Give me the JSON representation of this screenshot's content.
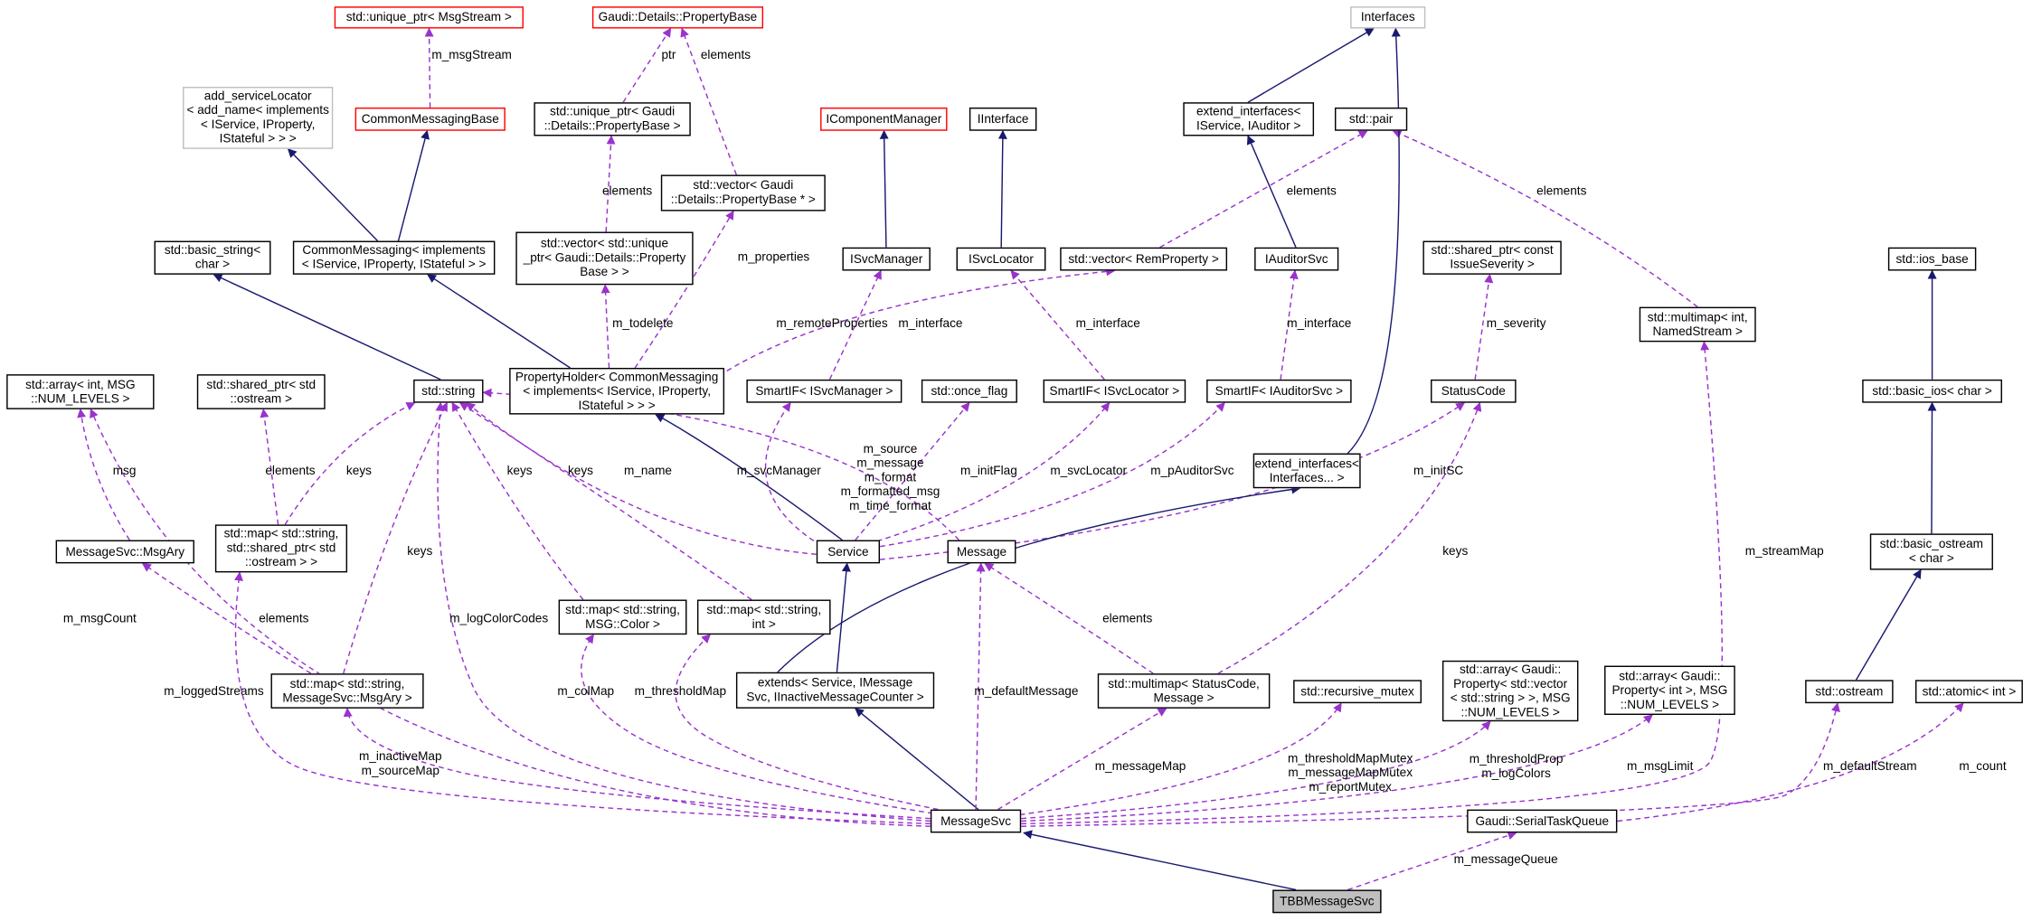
{
  "nodes": [
    {
      "id": "n1",
      "text": "std::unique_ptr< MsgStream >",
      "style": "red"
    },
    {
      "id": "n2",
      "text": "Gaudi::Details::PropertyBase",
      "style": "red"
    },
    {
      "id": "n3",
      "text": "Interfaces",
      "style": "gray"
    },
    {
      "id": "n4",
      "text": "add_serviceLocator\n< add_name< implements\n< IService, IProperty,\nIStateful > > >",
      "style": "gray"
    },
    {
      "id": "n5",
      "text": "CommonMessagingBase",
      "style": "red"
    },
    {
      "id": "n6",
      "text": "std::unique_ptr< Gaudi\n::Details::PropertyBase >",
      "style": "plain"
    },
    {
      "id": "n7",
      "text": "IComponentManager",
      "style": "red"
    },
    {
      "id": "n8",
      "text": "IInterface",
      "style": "plain"
    },
    {
      "id": "n9",
      "text": "extend_interfaces<\nIService, IAuditor >",
      "style": "plain"
    },
    {
      "id": "n10",
      "text": "std::pair",
      "style": "plain"
    },
    {
      "id": "n11",
      "text": "std::vector< Gaudi\n::Details::PropertyBase * >",
      "style": "plain"
    },
    {
      "id": "n12",
      "text": "std::basic_string<\nchar >",
      "style": "plain"
    },
    {
      "id": "n13",
      "text": "CommonMessaging< implements\n< IService, IProperty, IStateful > >",
      "style": "plain"
    },
    {
      "id": "n14",
      "text": "std::vector< std::unique\n_ptr< Gaudi::Details::Property\nBase > >",
      "style": "plain"
    },
    {
      "id": "n15",
      "text": "ISvcManager",
      "style": "plain"
    },
    {
      "id": "n16",
      "text": "ISvcLocator",
      "style": "plain"
    },
    {
      "id": "n17",
      "text": "std::vector< RemProperty >",
      "style": "plain"
    },
    {
      "id": "n18",
      "text": "IAuditorSvc",
      "style": "plain"
    },
    {
      "id": "n19",
      "text": "std::shared_ptr< const\nIssueSeverity >",
      "style": "plain"
    },
    {
      "id": "n20",
      "text": "std::ios_base",
      "style": "plain"
    },
    {
      "id": "n21",
      "text": "std::multimap< int,\nNamedStream >",
      "style": "plain"
    },
    {
      "id": "n22",
      "text": "std::array< int, MSG\n::NUM_LEVELS >",
      "style": "plain"
    },
    {
      "id": "n23",
      "text": "std::shared_ptr< std\n::ostream >",
      "style": "plain"
    },
    {
      "id": "n24",
      "text": "std::string",
      "style": "plain"
    },
    {
      "id": "n25",
      "text": "PropertyHolder< CommonMessaging\n< implements< IService, IProperty,\nIStateful > > >",
      "style": "plain"
    },
    {
      "id": "n26",
      "text": "SmartIF< ISvcManager >",
      "style": "plain"
    },
    {
      "id": "n27",
      "text": "std::once_flag",
      "style": "plain"
    },
    {
      "id": "n28",
      "text": "SmartIF< ISvcLocator >",
      "style": "plain"
    },
    {
      "id": "n29",
      "text": "SmartIF< IAuditorSvc >",
      "style": "plain"
    },
    {
      "id": "n30",
      "text": "StatusCode",
      "style": "plain"
    },
    {
      "id": "n31",
      "text": "std::basic_ios< char >",
      "style": "plain"
    },
    {
      "id": "n32",
      "text": "extend_interfaces<\nInterfaces... >",
      "style": "plain"
    },
    {
      "id": "n33",
      "text": "std::map< std::string,\nstd::shared_ptr< std\n::ostream > >",
      "style": "plain"
    },
    {
      "id": "n34",
      "text": "MessageSvc::MsgAry",
      "style": "plain"
    },
    {
      "id": "n35",
      "text": "Service",
      "style": "plain"
    },
    {
      "id": "n36",
      "text": "Message",
      "style": "plain"
    },
    {
      "id": "n37",
      "text": "std::basic_ostream\n< char >",
      "style": "plain"
    },
    {
      "id": "n38",
      "text": "std::map< std::string,\nMSG::Color >",
      "style": "plain"
    },
    {
      "id": "n39",
      "text": "std::map< std::string,\nint >",
      "style": "plain"
    },
    {
      "id": "n40",
      "text": "std::map< std::string,\nMessageSvc::MsgAry >",
      "style": "plain"
    },
    {
      "id": "n41",
      "text": "extends< Service, IMessage\nSvc, IInactiveMessageCounter >",
      "style": "plain"
    },
    {
      "id": "n42",
      "text": "std::multimap< StatusCode,\nMessage >",
      "style": "plain"
    },
    {
      "id": "n43",
      "text": "std::recursive_mutex",
      "style": "plain"
    },
    {
      "id": "n44",
      "text": "std::array< Gaudi::\nProperty< std::vector\n< std::string > >, MSG\n::NUM_LEVELS >",
      "style": "plain"
    },
    {
      "id": "n45",
      "text": "std::array< Gaudi::\nProperty< int >, MSG\n::NUM_LEVELS >",
      "style": "plain"
    },
    {
      "id": "n46",
      "text": "std::ostream",
      "style": "plain"
    },
    {
      "id": "n47",
      "text": "std::atomic< int >",
      "style": "plain"
    },
    {
      "id": "n48",
      "text": "MessageSvc",
      "style": "plain"
    },
    {
      "id": "n49",
      "text": "Gaudi::SerialTaskQueue",
      "style": "plain"
    },
    {
      "id": "n50",
      "text": "TBBMessageSvc",
      "style": "filled"
    }
  ],
  "edges": [
    {
      "from": "n5",
      "to": "n1",
      "kind": "usage",
      "label": "m_msgStream"
    },
    {
      "from": "n6",
      "to": "n2",
      "kind": "usage",
      "label": "ptr"
    },
    {
      "from": "n11",
      "to": "n2",
      "kind": "usage",
      "label": "elements"
    },
    {
      "from": "n13",
      "to": "n4",
      "kind": "inherit",
      "label": ""
    },
    {
      "from": "n13",
      "to": "n5",
      "kind": "inherit",
      "label": ""
    },
    {
      "from": "n14",
      "to": "n6",
      "kind": "usage",
      "label": "elements"
    },
    {
      "from": "n15",
      "to": "n7",
      "kind": "inherit",
      "label": ""
    },
    {
      "from": "n16",
      "to": "n8",
      "kind": "inherit",
      "label": ""
    },
    {
      "from": "n9",
      "to": "n3",
      "kind": "inherit",
      "label": ""
    },
    {
      "from": "n18",
      "to": "n9",
      "kind": "inherit",
      "label": ""
    },
    {
      "from": "n17",
      "to": "n10",
      "kind": "usage",
      "label": "elements"
    },
    {
      "from": "n21",
      "to": "n10",
      "kind": "usage",
      "label": "elements"
    },
    {
      "from": "n24",
      "to": "n12",
      "kind": "inherit",
      "label": ""
    },
    {
      "from": "n25",
      "to": "n13",
      "kind": "inherit",
      "label": ""
    },
    {
      "from": "n25",
      "to": "n14",
      "kind": "usage",
      "label": "m_todelete"
    },
    {
      "from": "n25",
      "to": "n11",
      "kind": "usage",
      "label": "m_properties"
    },
    {
      "from": "n25",
      "to": "n17",
      "kind": "usage",
      "label": "m_remoteProperties"
    },
    {
      "from": "n26",
      "to": "n15",
      "kind": "usage",
      "label": "m_interface"
    },
    {
      "from": "n28",
      "to": "n16",
      "kind": "usage",
      "label": "m_interface"
    },
    {
      "from": "n29",
      "to": "n18",
      "kind": "usage",
      "label": "m_interface"
    },
    {
      "from": "n30",
      "to": "n19",
      "kind": "usage",
      "label": "m_severity"
    },
    {
      "from": "n31",
      "to": "n20",
      "kind": "inherit",
      "label": ""
    },
    {
      "from": "n32",
      "to": "n3",
      "kind": "inherit",
      "label": ""
    },
    {
      "from": "n34",
      "to": "n22",
      "kind": "usage",
      "label": "msg"
    },
    {
      "from": "n33",
      "to": "n23",
      "kind": "usage",
      "label": "elements"
    },
    {
      "from": "n33",
      "to": "n24",
      "kind": "usage",
      "label": "keys"
    },
    {
      "from": "n35",
      "to": "n24",
      "kind": "usage",
      "label": "m_name"
    },
    {
      "from": "n35",
      "to": "n25",
      "kind": "inherit",
      "label": ""
    },
    {
      "from": "n35",
      "to": "n26",
      "kind": "usage",
      "label": "m_svcManager"
    },
    {
      "from": "n35",
      "to": "n27",
      "kind": "usage",
      "label": "m_initFlag"
    },
    {
      "from": "n35",
      "to": "n28",
      "kind": "usage",
      "label": "m_svcLocator"
    },
    {
      "from": "n35",
      "to": "n29",
      "kind": "usage",
      "label": "m_pAuditorSvc"
    },
    {
      "from": "n35",
      "to": "n30",
      "kind": "usage",
      "label": "m_initSC"
    },
    {
      "from": "n36",
      "to": "n24",
      "kind": "usage",
      "label": "m_source\nm_message\nm_format\nm_formatted_msg\nm_time_format"
    },
    {
      "from": "n37",
      "to": "n31",
      "kind": "inherit",
      "label": ""
    },
    {
      "from": "n38",
      "to": "n24",
      "kind": "usage",
      "label": "keys"
    },
    {
      "from": "n39",
      "to": "n24",
      "kind": "usage",
      "label": "keys"
    },
    {
      "from": "n40",
      "to": "n24",
      "kind": "usage",
      "label": "keys"
    },
    {
      "from": "n40",
      "to": "n34",
      "kind": "usage",
      "label": "elements"
    },
    {
      "from": "n41",
      "to": "n35",
      "kind": "inherit",
      "label": ""
    },
    {
      "from": "n41",
      "to": "n32",
      "kind": "inherit",
      "label": ""
    },
    {
      "from": "n42",
      "to": "n30",
      "kind": "usage",
      "label": "keys"
    },
    {
      "from": "n42",
      "to": "n36",
      "kind": "usage",
      "label": "elements"
    },
    {
      "from": "n46",
      "to": "n37",
      "kind": "inherit",
      "label": ""
    },
    {
      "from": "n48",
      "to": "n22",
      "kind": "usage",
      "label": "m_msgCount"
    },
    {
      "from": "n48",
      "to": "n33",
      "kind": "usage",
      "label": "m_loggedStreams"
    },
    {
      "from": "n48",
      "to": "n24",
      "kind": "usage",
      "label": "m_logColorCodes"
    },
    {
      "from": "n48",
      "to": "n40",
      "kind": "usage",
      "label": "m_inactiveMap\nm_sourceMap"
    },
    {
      "from": "n48",
      "to": "n38",
      "kind": "usage",
      "label": "m_colMap"
    },
    {
      "from": "n48",
      "to": "n39",
      "kind": "usage",
      "label": "m_thresholdMap"
    },
    {
      "from": "n48",
      "to": "n41",
      "kind": "inherit",
      "label": ""
    },
    {
      "from": "n48",
      "to": "n36",
      "kind": "usage",
      "label": "m_defaultMessage"
    },
    {
      "from": "n48",
      "to": "n42",
      "kind": "usage",
      "label": "m_messageMap"
    },
    {
      "from": "n48",
      "to": "n43",
      "kind": "usage",
      "label": "m_thresholdMapMutex\nm_messageMapMutex\nm_reportMutex"
    },
    {
      "from": "n48",
      "to": "n44",
      "kind": "usage",
      "label": "m_thresholdProp\nm_logColors"
    },
    {
      "from": "n48",
      "to": "n45",
      "kind": "usage",
      "label": "m_msgLimit"
    },
    {
      "from": "n48",
      "to": "n21",
      "kind": "usage",
      "label": "m_streamMap"
    },
    {
      "from": "n48",
      "to": "n46",
      "kind": "usage",
      "label": "m_defaultStream"
    },
    {
      "from": "n49",
      "to": "n47",
      "kind": "usage",
      "label": "m_count"
    },
    {
      "from": "n50",
      "to": "n48",
      "kind": "inherit",
      "label": ""
    },
    {
      "from": "n50",
      "to": "n49",
      "kind": "usage",
      "label": "m_messageQueue"
    }
  ],
  "colors": {
    "inherit": "#191970",
    "usage": "#9a32cd",
    "border": "#000000",
    "red_border": "#ff0000",
    "gray_border": "#bfbfbf",
    "highlight_fill": "#bfbfbf"
  }
}
